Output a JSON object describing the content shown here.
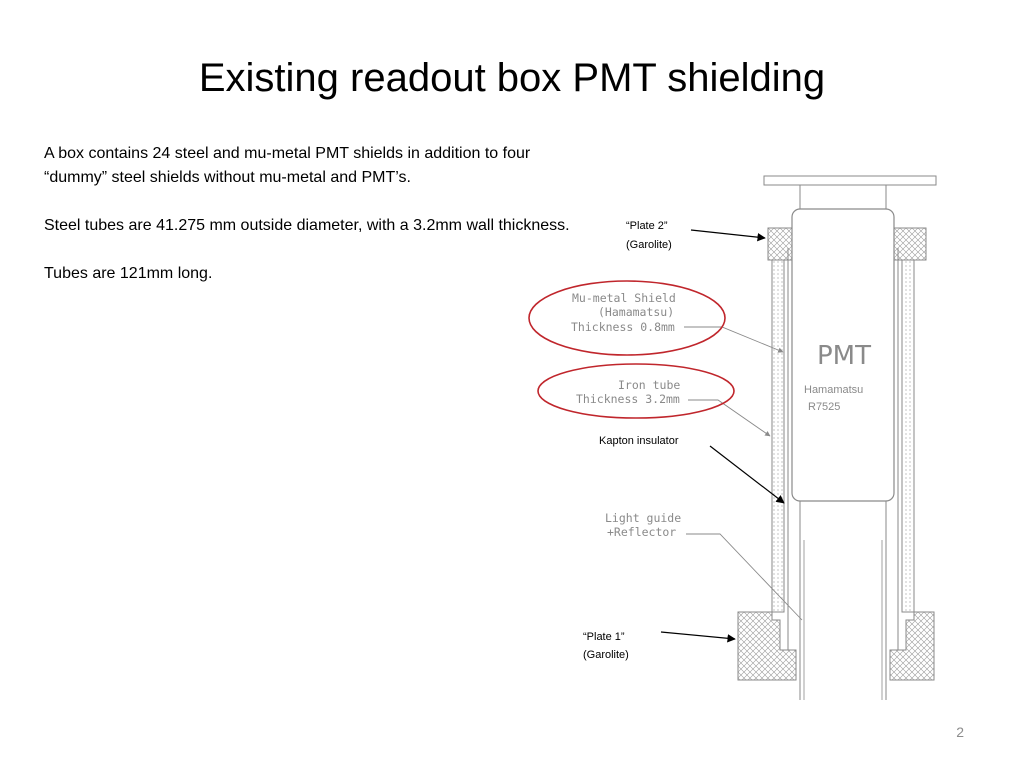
{
  "slide": {
    "title": "Existing readout box PMT shielding",
    "paragraphs": [
      "A box contains 24 steel and mu-metal PMT shields in addition to four “dummy” steel shields without mu-metal and PMT’s.",
      " Steel tubes are 41.275 mm outside diameter, with a 3.2mm wall thickness.",
      "Tubes are 121mm long."
    ],
    "page_number": "2"
  },
  "diagram": {
    "pmt_label": "PMT",
    "pmt_maker": "Hamamatsu",
    "pmt_model": "R7525",
    "mu_metal_label": [
      "Mu-metal Shield",
      "(Hamamatsu)",
      "Thickness 0.8mm"
    ],
    "iron_tube_label": [
      "Iron tube",
      "Thickness 3.2mm"
    ],
    "light_guide_label": [
      "Light guide",
      "+Reflector"
    ],
    "plate2_label": [
      "“Plate 2”",
      "(Garolite)"
    ],
    "plate1_label": [
      "“Plate 1”",
      "(Garolite)"
    ],
    "kapton_label": "Kapton insulator",
    "colors": {
      "highlight_ellipse": "#c0262c",
      "cad_lines": "#8a8a8a",
      "annotation": "#000000"
    }
  }
}
